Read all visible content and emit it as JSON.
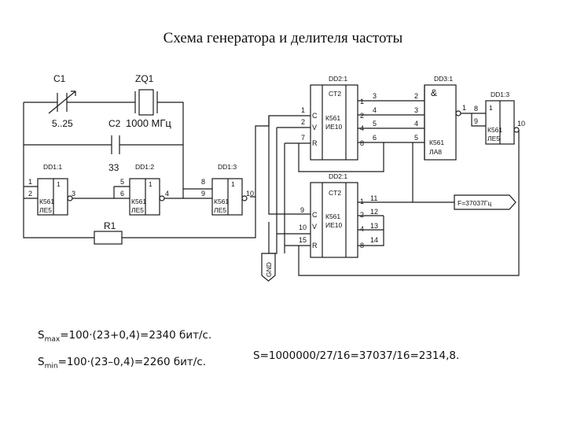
{
  "title": "Схема генератора и делителя частоты",
  "components": {
    "c1": {
      "label": "C1",
      "value": "5..25"
    },
    "zq1": {
      "label": "ZQ1",
      "value": "1000 МГц"
    },
    "c2": {
      "label": "C2",
      "value": "33"
    },
    "r1": {
      "label": "R1"
    },
    "gnd": {
      "label": "GND"
    },
    "output": {
      "label": "F=37037Гц"
    }
  },
  "chips": {
    "dd1_1": {
      "ref": "DD1:1",
      "sym": "1",
      "type": "К561",
      "series": "ЛЕ5",
      "pins": [
        "1",
        "2",
        "3"
      ]
    },
    "dd1_2": {
      "ref": "DD1:2",
      "sym": "1",
      "type": "К561",
      "series": "ЛЕ5",
      "pins": [
        "5",
        "6",
        "4"
      ]
    },
    "dd1_3": {
      "ref": "DD1:3",
      "sym": "1",
      "type": "К561",
      "series": "ЛЕ5",
      "pins": [
        "8",
        "9",
        "10"
      ]
    },
    "dd2_top": {
      "ref": "DD2:1",
      "sym": "CT2",
      "type": "К561",
      "series": "ИЕ10",
      "left": [
        "C",
        "V",
        "R"
      ],
      "left_pins": [
        "1",
        "2",
        "7"
      ],
      "right": [
        "1",
        "2",
        "4",
        "8"
      ],
      "right_pins": [
        "3",
        "4",
        "5",
        "6"
      ]
    },
    "dd2_bot": {
      "ref": "DD2:1",
      "sym": "CT2",
      "type": "К561",
      "series": "ИЕ10",
      "left": [
        "C",
        "V",
        "R"
      ],
      "left_pins": [
        "9",
        "10",
        "15"
      ],
      "right": [
        "1",
        "2",
        "4",
        "8"
      ],
      "right_pins": [
        "11",
        "12",
        "13",
        "14"
      ]
    },
    "dd3_1": {
      "ref": "DD3:1",
      "sym": "&",
      "type": "К561",
      "series": "ЛА8",
      "in_pins": [
        "2",
        "3",
        "4",
        "5"
      ],
      "out_pin": "1"
    },
    "dd1_3b": {
      "ref": "DD1:3",
      "sym": "1",
      "type": "К561",
      "series": "ЛЕ5",
      "pins": [
        "8",
        "9",
        "10"
      ]
    }
  },
  "formulas": {
    "smax": {
      "s": "S",
      "sub": "max",
      "rest": "=100·(23+0,4)=2340 бит/с."
    },
    "smin": {
      "s": "S",
      "sub": "min",
      "rest": "=100·(23–0,4)=2260 бит/с."
    },
    "s": "S=1000000/27/16=37037/16=2314,8."
  }
}
